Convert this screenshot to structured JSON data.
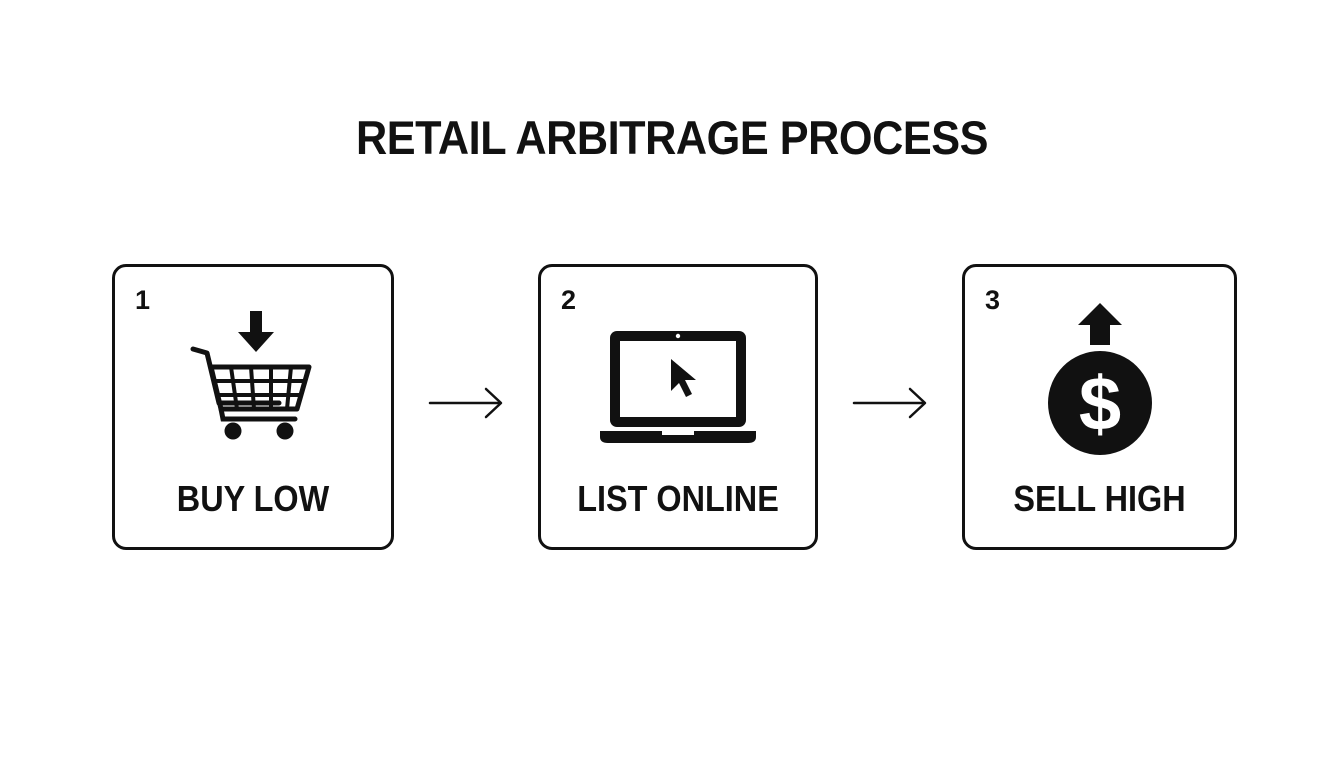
{
  "diagram": {
    "title": "RETAIL ARBITRAGE PROCESS",
    "steps": [
      {
        "number": "1",
        "label": "BUY LOW",
        "icon": "shopping-cart-down-arrow-icon"
      },
      {
        "number": "2",
        "label": "LIST ONLINE",
        "icon": "laptop-cursor-icon"
      },
      {
        "number": "3",
        "label": "SELL HIGH",
        "icon": "money-bag-up-arrow-icon"
      }
    ],
    "connectors": [
      "right-arrow-icon",
      "right-arrow-icon"
    ],
    "colors": {
      "ink": "#111111",
      "background": "#ffffff"
    }
  }
}
